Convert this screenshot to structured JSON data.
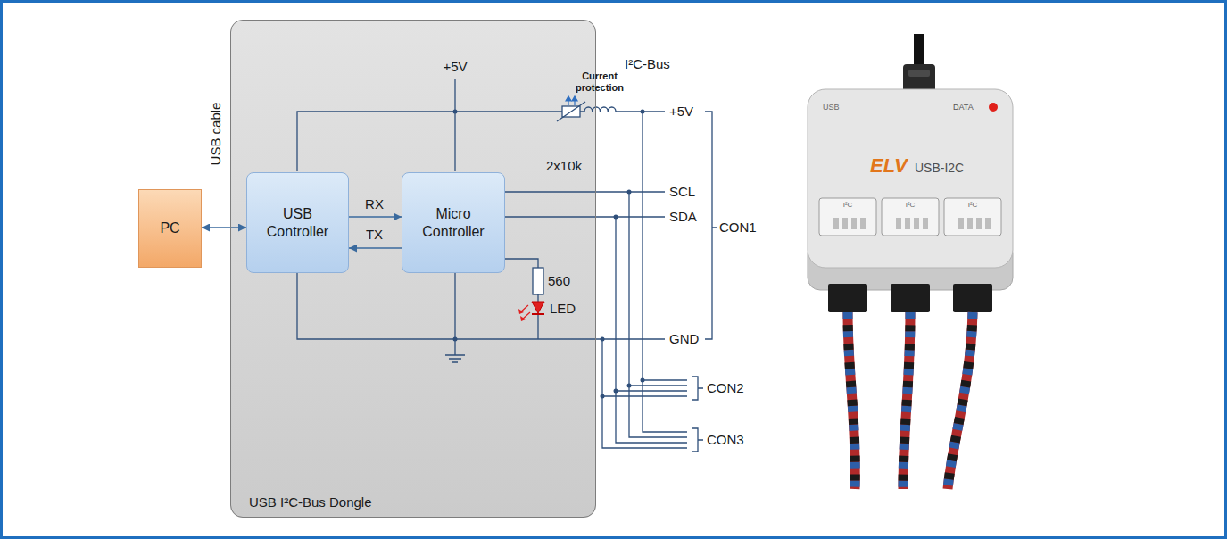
{
  "diagram": {
    "nodes": [
      {
        "text": [
          "PC"
        ]
      },
      {
        "text": [
          "USB I²C-Bus Dongle"
        ]
      },
      {
        "text": [
          "USB Controller"
        ],
        "in": 1
      },
      {
        "text": [
          "Micro Controller"
        ],
        "in": 1
      }
    ],
    "edges": [
      {
        "from": 0,
        "to": 2,
        "arrow": "both",
        "label": "USB cable"
      },
      {
        "from": 2,
        "to": 3,
        "arrow": "to",
        "label": "RX"
      },
      {
        "from": 3,
        "to": 2,
        "arrow": "to",
        "label": "TX"
      }
    ],
    "labels": [
      "+5V",
      "Current protection",
      "2x10k",
      "560",
      "LED",
      "I²C-Bus",
      "+5V",
      "SCL",
      "SDA",
      "GND",
      "CON1",
      "CON2",
      "CON3",
      "USB",
      "DATA",
      "ELV",
      "USB-I2C",
      "I²C",
      "I²C",
      "I²C"
    ]
  }
}
